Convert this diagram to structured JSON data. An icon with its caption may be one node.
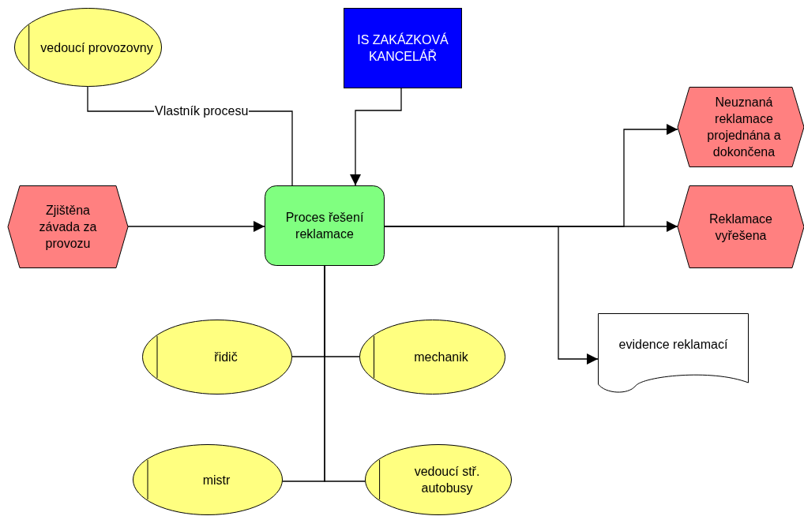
{
  "diagram": {
    "nodes": [
      {
        "text": [
          "vedoucí provozovny"
        ]
      },
      {
        "text": [
          "IS ZAKÁZKOVÁ KANCELÁŘ"
        ]
      },
      {
        "text": [
          "Zjištěna závada za provozu"
        ]
      },
      {
        "text": [
          "Proces řešení reklamace"
        ]
      },
      {
        "text": [
          "Neuznaná reklamace projednána a dokončena"
        ]
      },
      {
        "text": [
          "Reklamace vyřešena"
        ]
      },
      {
        "text": [
          "evidence reklamací"
        ]
      },
      {
        "text": [
          "řidič"
        ]
      },
      {
        "text": [
          "mechanik"
        ]
      },
      {
        "text": [
          "mistr"
        ]
      },
      {
        "text": [
          "vedoucí stř. autobusy"
        ]
      }
    ],
    "edges": [
      {
        "from": 0,
        "to": 3,
        "arrow": "none",
        "label": "Vlastník procesu"
      },
      {
        "from": 1,
        "to": 3,
        "arrow": "to"
      },
      {
        "from": 2,
        "to": 3,
        "arrow": "to"
      },
      {
        "from": 3,
        "to": 4,
        "arrow": "to"
      },
      {
        "from": 3,
        "to": 5,
        "arrow": "to"
      },
      {
        "from": 3,
        "to": 6,
        "arrow": "to"
      },
      {
        "from": 3,
        "to": 7,
        "arrow": "none"
      },
      {
        "from": 3,
        "to": 8,
        "arrow": "none"
      },
      {
        "from": 3,
        "to": 9,
        "arrow": "none"
      },
      {
        "from": 3,
        "to": 10,
        "arrow": "none"
      }
    ]
  }
}
